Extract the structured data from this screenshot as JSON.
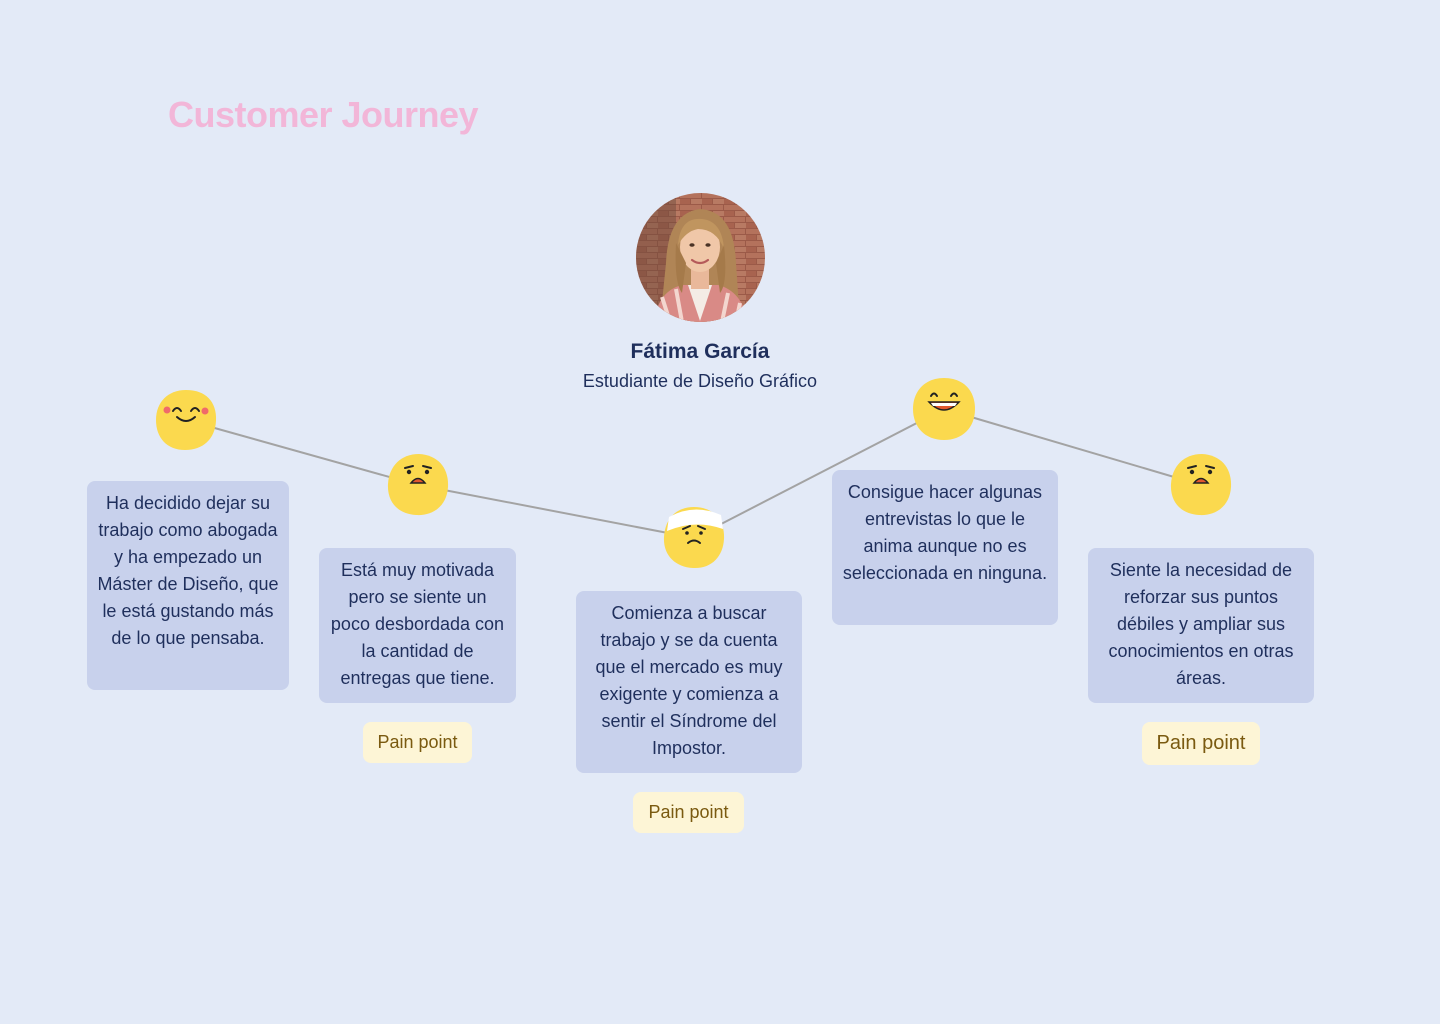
{
  "title": "Customer Journey",
  "persona": {
    "name": "Fátima García",
    "role": "Estudiante de Diseño Gráfico"
  },
  "stages": [
    {
      "emotion": "happy-icon",
      "text": "Ha  decidido dejar su trabajo como abogada y ha empezado un Máster de Diseño, que le está gustando más de lo que pensaba.",
      "pain_point": ""
    },
    {
      "emotion": "worried-icon",
      "text": "Está muy motivada pero se siente un poco desbordada con la cantidad de entregas que tiene.",
      "pain_point": "Pain point"
    },
    {
      "emotion": "hurt-icon",
      "text": "Comienza a buscar trabajo y se da cuenta que el mercado es muy exigente y comienza a sentir el Síndrome del Impostor.",
      "pain_point": "Pain point"
    },
    {
      "emotion": "laughing-icon",
      "text": "Consigue hacer algunas entrevistas lo que le anima aunque no es seleccionada en ninguna.",
      "pain_point": ""
    },
    {
      "emotion": "worried-icon",
      "text": "Siente la necesidad de reforzar sus puntos débiles y ampliar sus conocimientos en otras áreas.",
      "pain_point": "Pain point"
    }
  ],
  "colors": {
    "background": "#e3eaf7",
    "title": "#f2b6d8",
    "card": "#c8d1ec",
    "text": "#1f2f5c",
    "pain_point_bg": "#fdf5d6",
    "pain_point_text": "#7a5a10",
    "emoji": "#fbd94e",
    "line": "#a3a3a3"
  }
}
